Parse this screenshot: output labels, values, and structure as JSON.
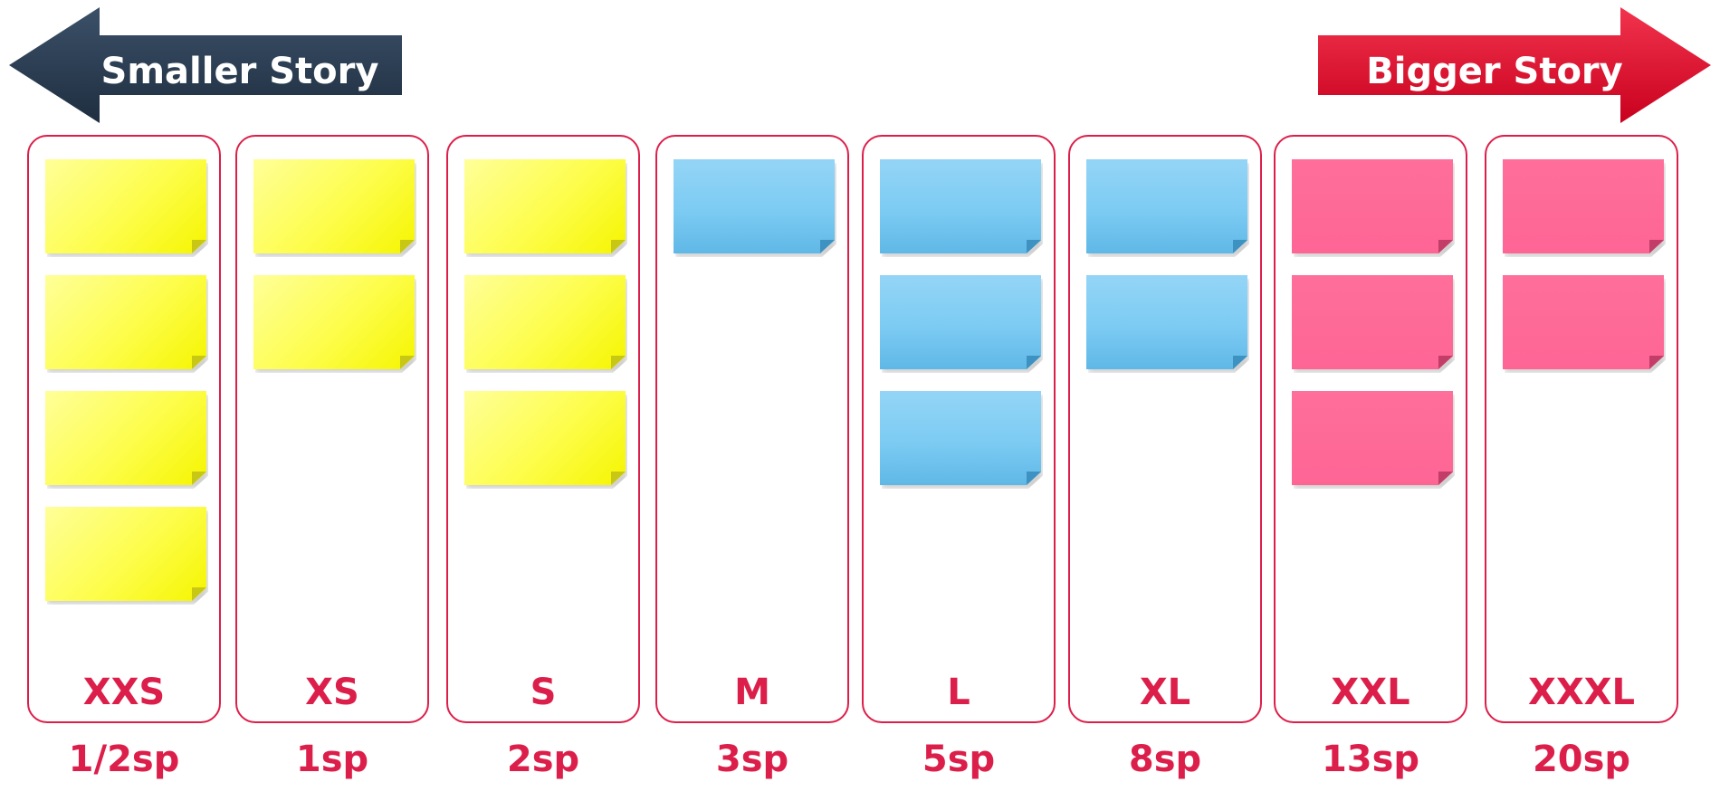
{
  "arrows": {
    "left_label": "Smaller Story",
    "left_color": "#2b3d51",
    "right_label": "Bigger Story",
    "right_color": "#e0112d"
  },
  "colors": {
    "border": "#dc1f4a",
    "text": "#dc1f4a",
    "yellow_note": "#fdfd4a",
    "blue_note": "#7ccbf3",
    "pink_note": "#fd6595"
  },
  "columns": [
    {
      "size": "XXS",
      "points": "1/2sp",
      "note_color": "yellow",
      "note_count": 4
    },
    {
      "size": "XS",
      "points": "1sp",
      "note_color": "yellow",
      "note_count": 2
    },
    {
      "size": "S",
      "points": "2sp",
      "note_color": "yellow",
      "note_count": 3
    },
    {
      "size": "M",
      "points": "3sp",
      "note_color": "blue",
      "note_count": 1
    },
    {
      "size": "L",
      "points": "5sp",
      "note_color": "blue",
      "note_count": 3
    },
    {
      "size": "XL",
      "points": "8sp",
      "note_color": "blue",
      "note_count": 2
    },
    {
      "size": "XXL",
      "points": "13sp",
      "note_color": "pink",
      "note_count": 3
    },
    {
      "size": "XXXL",
      "points": "20sp",
      "note_color": "pink",
      "note_count": 2
    }
  ]
}
